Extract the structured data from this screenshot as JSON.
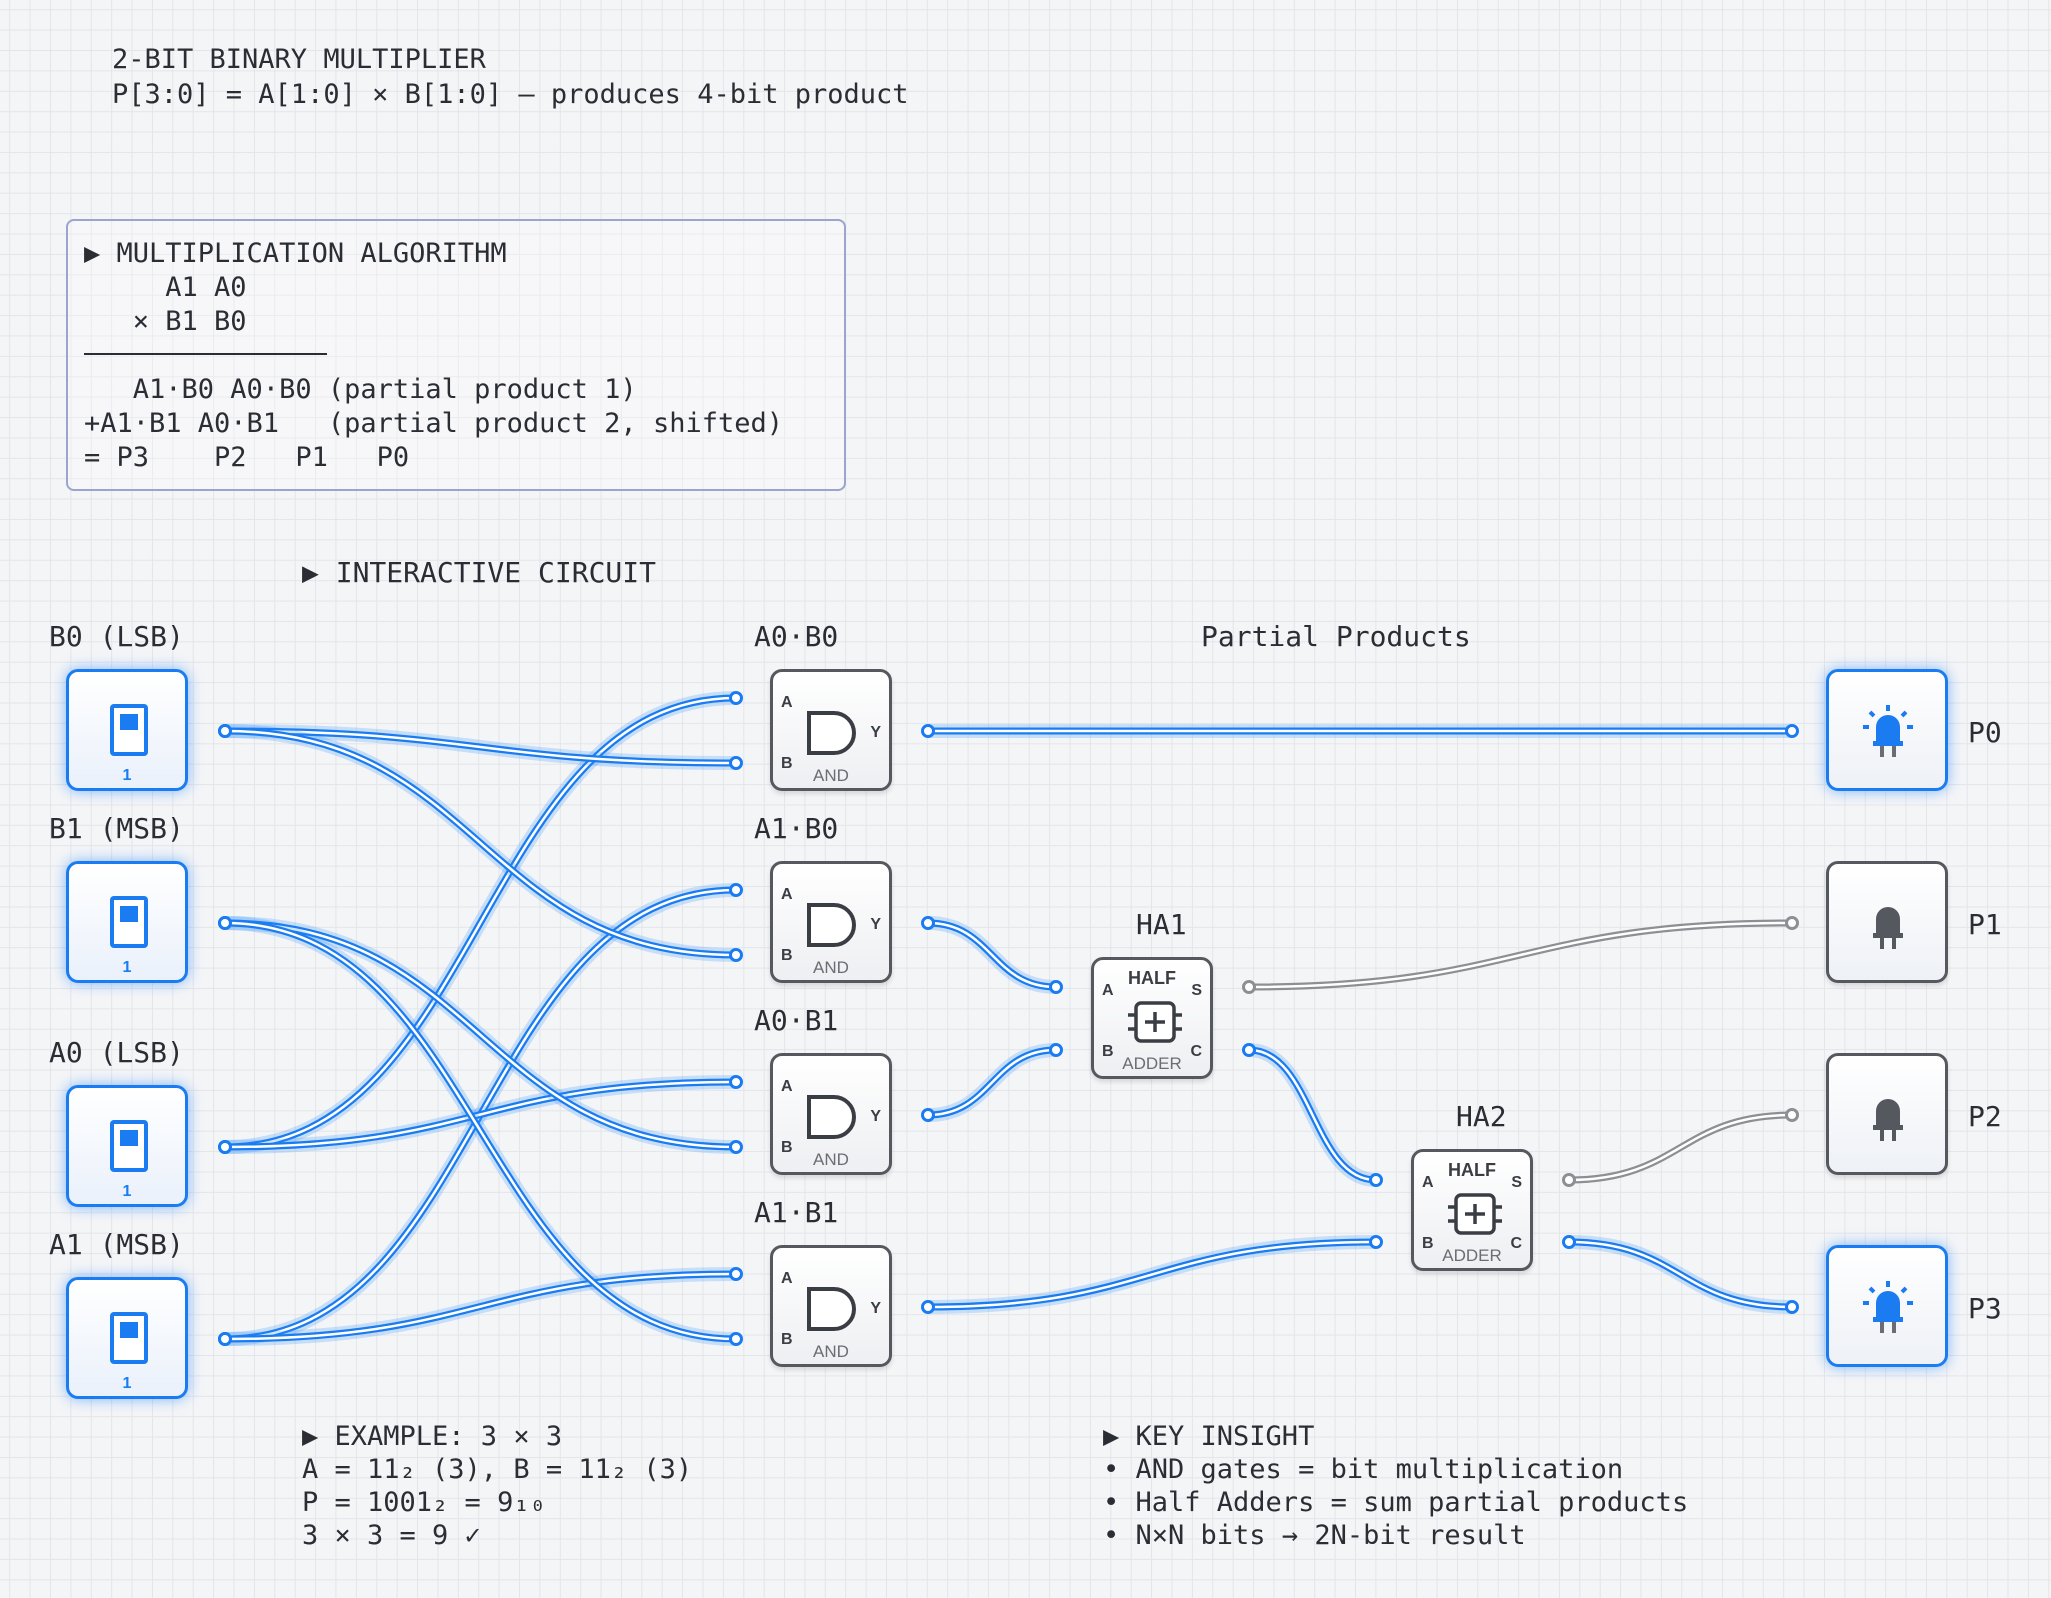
{
  "header": {
    "title": "2-BIT BINARY MULTIPLIER",
    "subtitle": "P[3:0] = A[1:0] × B[1:0] — produces 4-bit product"
  },
  "algorithm": {
    "heading": "▶ MULTIPLICATION ALGORITHM",
    "lines": [
      "     A1 A0",
      "   × B1 B0",
      "",
      "   A1·B0 A0·B0 (partial product 1)",
      "+A1·B1 A0·B1   (partial product 2, shifted)",
      "= P3    P2   P1   P0"
    ]
  },
  "circuit": {
    "heading": "▶ INTERACTIVE CIRCUIT",
    "group_label": "Partial Products",
    "inputs": [
      {
        "label": "B0 (LSB)",
        "value": "1"
      },
      {
        "label": "B1 (MSB)",
        "value": "1"
      },
      {
        "label": "A0 (LSB)",
        "value": "1"
      },
      {
        "label": "A1 (MSB)",
        "value": "1"
      }
    ],
    "gates": [
      {
        "label": "A0·B0",
        "type": "AND",
        "pin_a": "A",
        "pin_b": "B",
        "pin_y": "Y"
      },
      {
        "label": "A1·B0",
        "type": "AND",
        "pin_a": "A",
        "pin_b": "B",
        "pin_y": "Y"
      },
      {
        "label": "A0·B1",
        "type": "AND",
        "pin_a": "A",
        "pin_b": "B",
        "pin_y": "Y"
      },
      {
        "label": "A1·B1",
        "type": "AND",
        "pin_a": "A",
        "pin_b": "B",
        "pin_y": "Y"
      }
    ],
    "adders": [
      {
        "label": "HA1",
        "top": "HALF",
        "bottom": "ADDER",
        "pin_a": "A",
        "pin_b": "B",
        "pin_s": "S",
        "pin_c": "C"
      },
      {
        "label": "HA2",
        "top": "HALF",
        "bottom": "ADDER",
        "pin_a": "A",
        "pin_b": "B",
        "pin_s": "S",
        "pin_c": "C"
      }
    ],
    "outputs": [
      {
        "label": "P0",
        "state": "on",
        "icon": "led-lit-icon"
      },
      {
        "label": "P1",
        "state": "off",
        "icon": "led-unlit-icon"
      },
      {
        "label": "P2",
        "state": "off",
        "icon": "led-unlit-icon"
      },
      {
        "label": "P3",
        "state": "on",
        "icon": "led-lit-icon"
      }
    ],
    "colors": {
      "active": "#1a7cf0",
      "inactive": "#8d8f94"
    }
  },
  "example": {
    "heading": "▶ EXAMPLE: 3 × 3",
    "lines": [
      "A = 11₂ (3), B = 11₂ (3)",
      "P = 1001₂ = 9₁₀",
      "3 × 3 = 9 ✓"
    ]
  },
  "insight": {
    "heading": "▶ KEY INSIGHT",
    "lines": [
      "• AND gates = bit multiplication",
      "• Half Adders = sum partial products",
      "• N×N bits → 2N-bit result"
    ]
  }
}
